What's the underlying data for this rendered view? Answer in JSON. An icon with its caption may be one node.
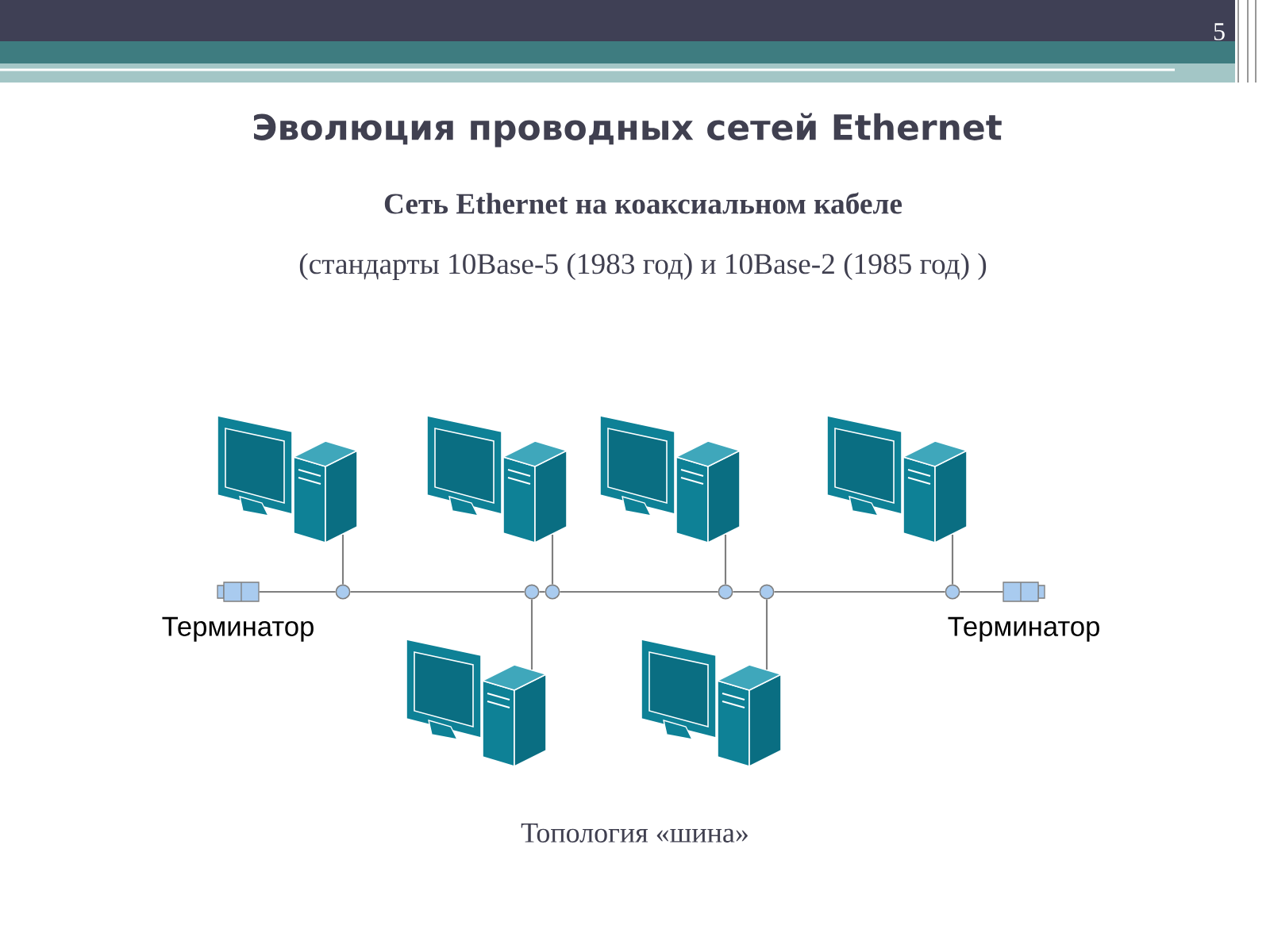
{
  "diagram": {
    "title": "Эволюция проводных сетей Ethernet",
    "nodes": [
      {
        "text": [],
        "shape": "picture"
      },
      {
        "text": [],
        "shape": "picture"
      },
      {
        "text": [],
        "shape": "picture"
      },
      {
        "text": [],
        "shape": "picture"
      },
      {
        "text": [],
        "shape": "cylinder",
        "beside": [
          "Терминатор"
        ]
      },
      {
        "text": [],
        "shape": "circle"
      },
      {
        "text": [],
        "shape": "circle"
      },
      {
        "text": [],
        "shape": "circle"
      },
      {
        "text": [],
        "shape": "circle"
      },
      {
        "text": [],
        "shape": "circle"
      },
      {
        "text": [],
        "shape": "circle"
      },
      {
        "text": [],
        "shape": "cylinder",
        "beside": [
          "Терминатор"
        ]
      },
      {
        "text": [],
        "shape": "picture"
      },
      {
        "text": [],
        "shape": "picture"
      }
    ],
    "edges": [
      {
        "from": 4,
        "to": 5,
        "arrow": "none"
      },
      {
        "from": 5,
        "to": 6,
        "arrow": "none"
      },
      {
        "from": 6,
        "to": 7,
        "arrow": "none"
      },
      {
        "from": 7,
        "to": 8,
        "arrow": "none"
      },
      {
        "from": 8,
        "to": 9,
        "arrow": "none"
      },
      {
        "from": 9,
        "to": 10,
        "arrow": "none"
      },
      {
        "from": 10,
        "to": 11,
        "arrow": "none"
      },
      {
        "from": 0,
        "to": 5,
        "arrow": "none"
      },
      {
        "from": 1,
        "to": 7,
        "arrow": "none"
      },
      {
        "from": 2,
        "to": 8,
        "arrow": "none"
      },
      {
        "from": 3,
        "to": 10,
        "arrow": "none"
      },
      {
        "from": 12,
        "to": 6,
        "arrow": "none"
      },
      {
        "from": 13,
        "to": 9,
        "arrow": "none"
      }
    ],
    "labels": [
      "5",
      "Сеть Ethernet на коаксиальном кабеле",
      "(стандарты 10Base-5 (1983 год) и 10Base-2 (1985 год) )",
      "Топология «шина»"
    ]
  }
}
